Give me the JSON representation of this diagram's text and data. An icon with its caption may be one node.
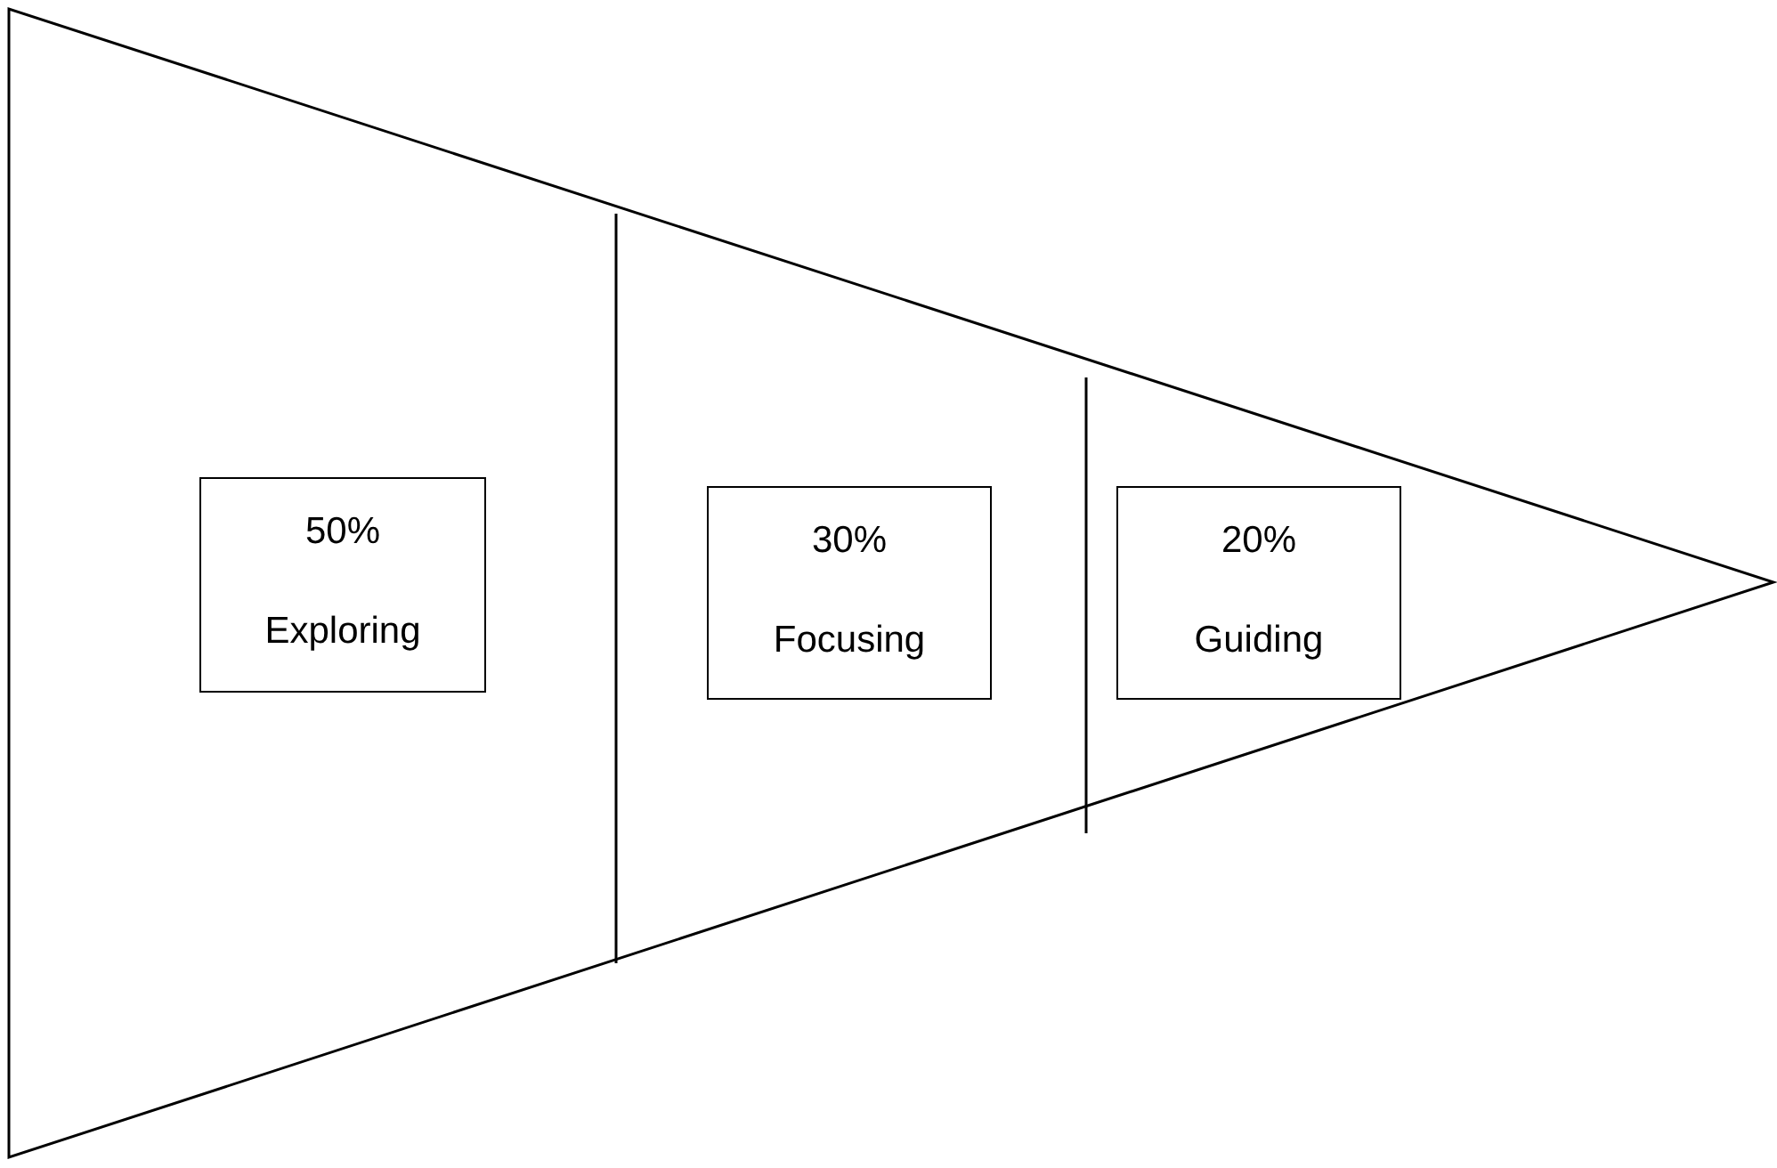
{
  "diagram": {
    "nodes": [
      {
        "text": [
          "50%",
          "Exploring"
        ]
      },
      {
        "text": [
          "30%",
          "Focusing"
        ]
      },
      {
        "text": [
          "20%",
          "Guiding"
        ]
      }
    ]
  }
}
